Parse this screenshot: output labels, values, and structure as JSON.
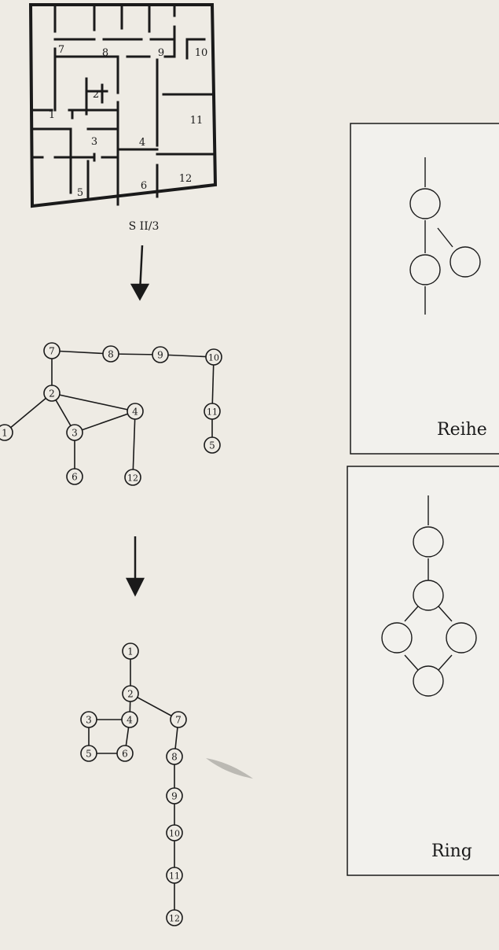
{
  "plan": {
    "caption": "S II/3",
    "rooms": [
      "1",
      "2",
      "3",
      "4",
      "5",
      "6",
      "7",
      "8",
      "9",
      "10",
      "11",
      "12"
    ]
  },
  "graph_a": {
    "nodes": [
      "7",
      "8",
      "9",
      "10",
      "2",
      "4",
      "11",
      "1",
      "3",
      "5",
      "6",
      "12"
    ]
  },
  "graph_b": {
    "nodes": [
      "1",
      "2",
      "3",
      "4",
      "7",
      "5",
      "6",
      "8",
      "9",
      "10",
      "11",
      "12"
    ]
  },
  "panel_reihe": {
    "label": "Reihe"
  },
  "panel_ring": {
    "label": "Ring"
  },
  "colors": {
    "ink": "#1a1a1a",
    "paper": "#eeebe4",
    "panel": "#f2f1ed"
  }
}
